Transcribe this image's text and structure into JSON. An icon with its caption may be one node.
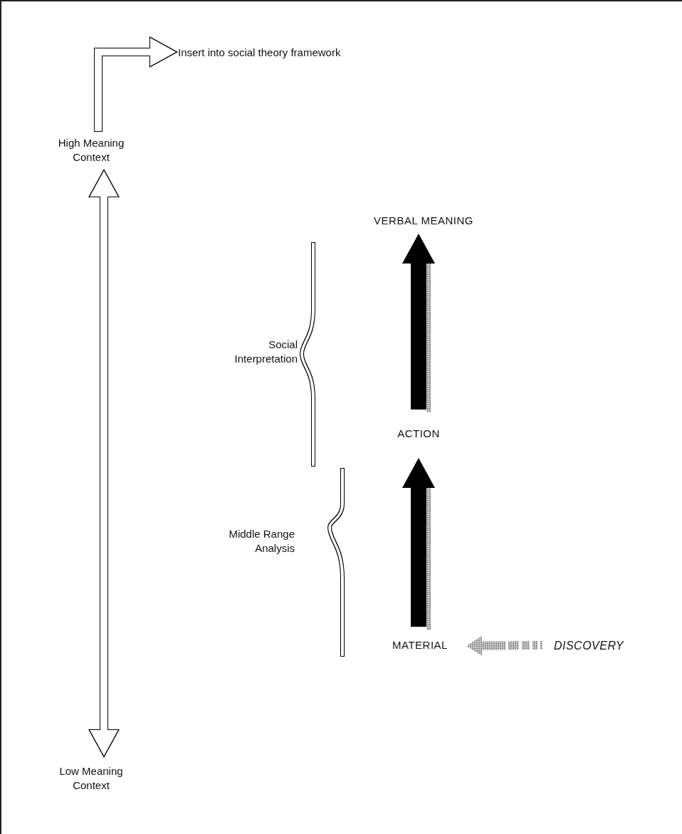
{
  "diagram": {
    "nodes": [
      {
        "text": [
          "Insert into social theory framework"
        ]
      },
      {
        "text": [
          "High Meaning Context"
        ]
      },
      {
        "text": [
          "Low Meaning Context"
        ]
      },
      {
        "text": [
          "VERBAL MEANING"
        ]
      },
      {
        "text": [
          "ACTION"
        ]
      },
      {
        "text": [
          "MATERIAL"
        ]
      },
      {
        "text": [
          "DISCOVERY"
        ]
      }
    ],
    "edges": [
      {
        "from": 1,
        "to": 0,
        "arrow": "to"
      },
      {
        "from": 1,
        "to": 2,
        "arrow": "both"
      },
      {
        "from": 5,
        "to": 4,
        "arrow": "to",
        "style": "thick"
      },
      {
        "from": 4,
        "to": 3,
        "arrow": "to",
        "style": "thick"
      },
      {
        "from": 6,
        "to": 5,
        "arrow": "to",
        "style": "dashed"
      }
    ],
    "labels": [
      "Social Interpretation",
      "Middle Range Analysis"
    ]
  }
}
